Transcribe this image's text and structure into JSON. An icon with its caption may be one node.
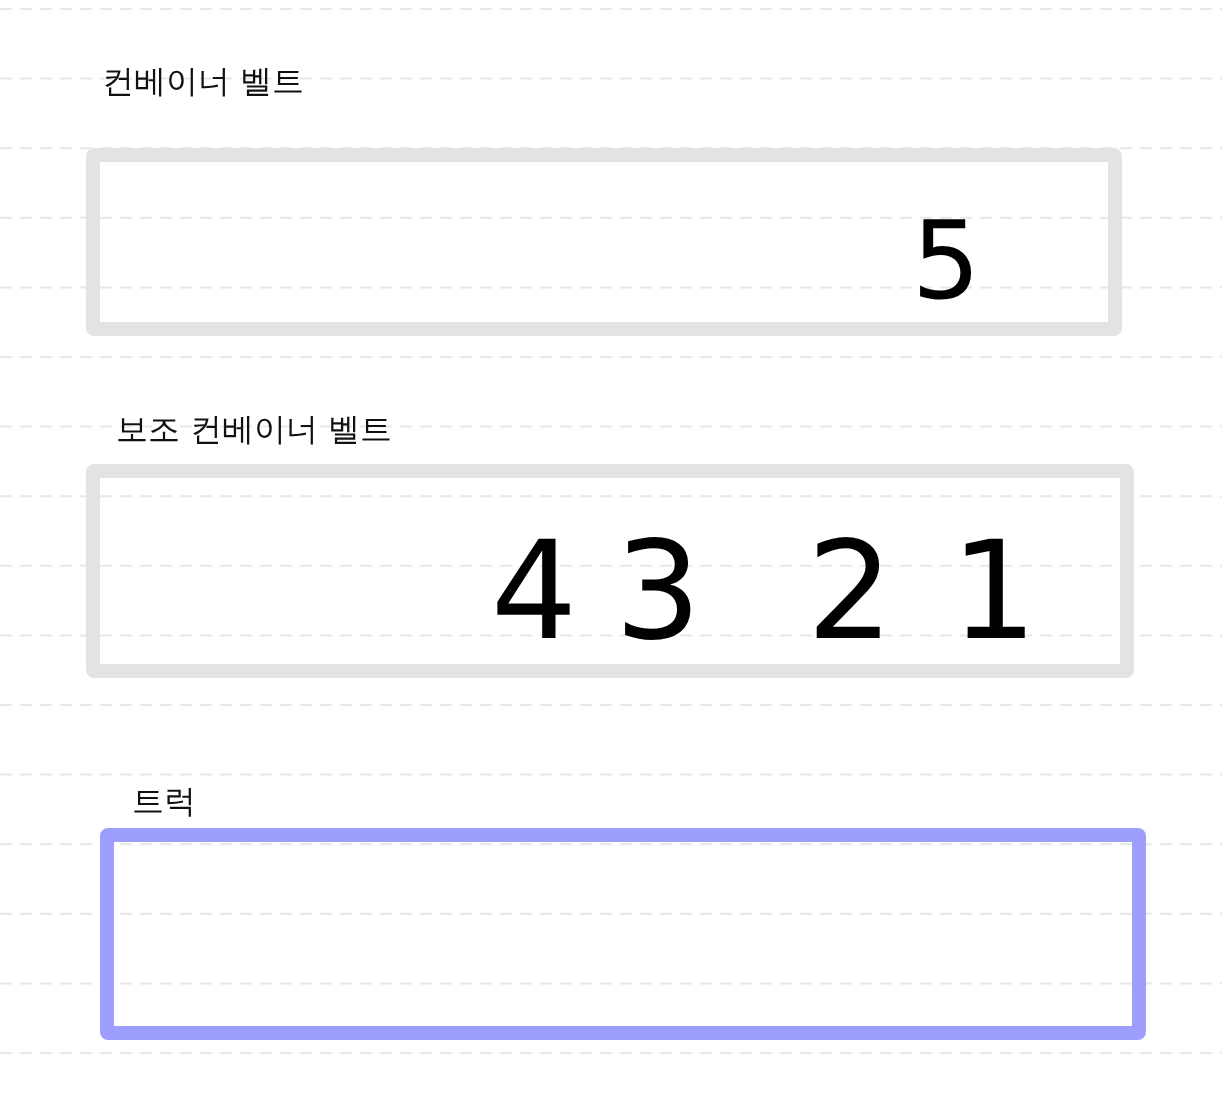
{
  "diagram": {
    "nodes": [
      {
        "text": [
          "컨베이너 벨트",
          "5"
        ]
      },
      {
        "text": [
          "보조 컨베이너 벨트",
          "4",
          "3",
          "2",
          "1"
        ]
      },
      {
        "text": [
          "트럭"
        ]
      }
    ]
  }
}
